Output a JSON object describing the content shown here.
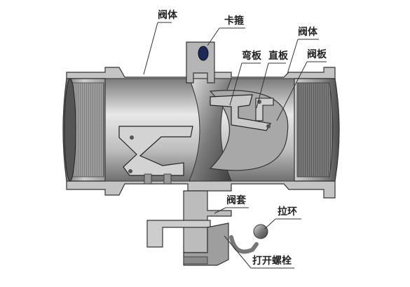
{
  "labels": {
    "body_left": "阀体",
    "clamp": "卡箍",
    "bent_plate": "弯板",
    "straight_plate": "直板",
    "body_right": "阀体",
    "valve_plate": "阀板",
    "valve_sleeve": "阀套",
    "pull_ring": "拉环",
    "open_bolt": "打开螺栓"
  },
  "colors": {
    "metal_dark": "#4a4a4a",
    "metal_mid": "#8c8c8c",
    "metal_light": "#d9d9d9",
    "section_face": "#b8b8b8",
    "thread": "#6b6b6b"
  }
}
